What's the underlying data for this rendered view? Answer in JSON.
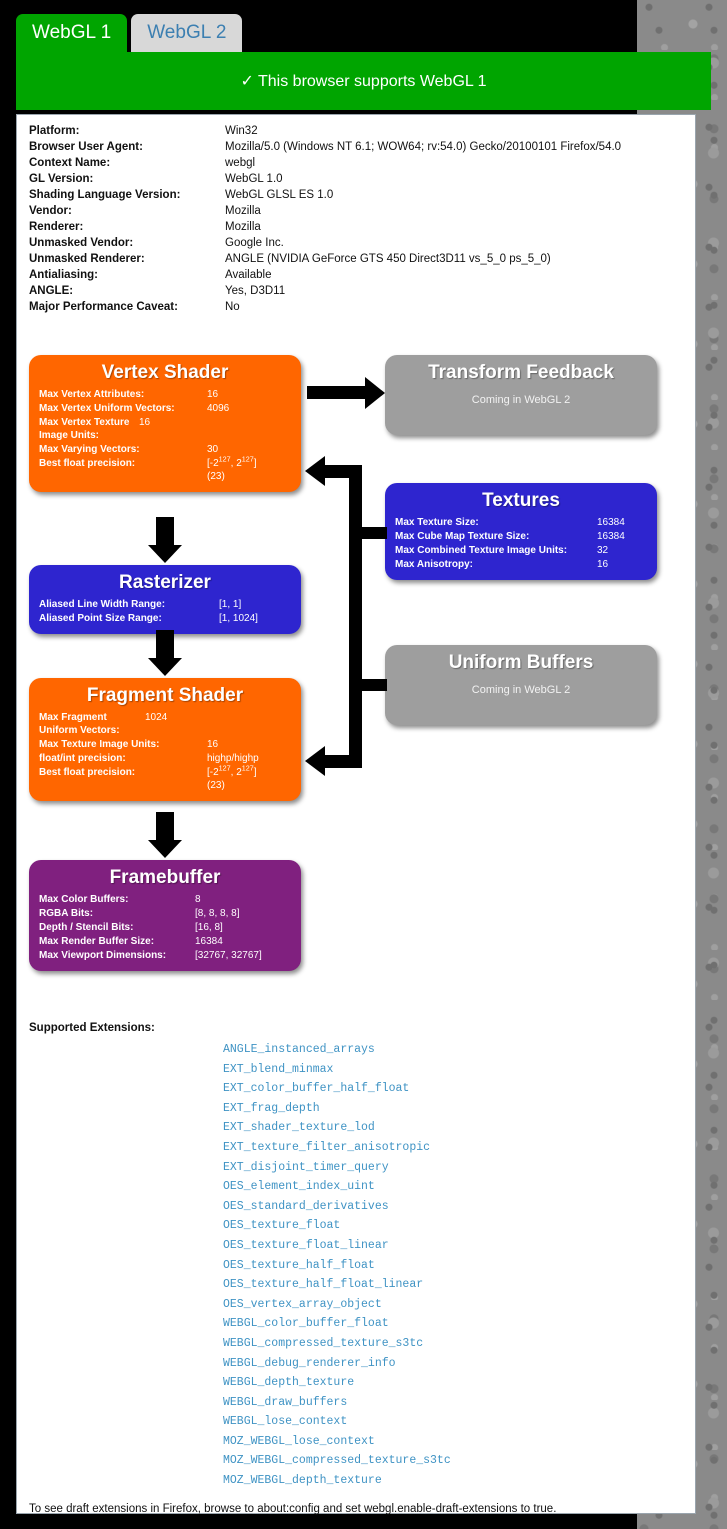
{
  "tabs": [
    {
      "label": "WebGL 1",
      "active": true
    },
    {
      "label": "WebGL 2",
      "active": false
    }
  ],
  "banner": {
    "text": "✓ This browser supports WebGL 1",
    "color": "#00A500"
  },
  "info": [
    {
      "key": "Platform:",
      "value": "Win32"
    },
    {
      "key": "Browser User Agent:",
      "value": "Mozilla/5.0 (Windows NT 6.1; WOW64; rv:54.0) Gecko/20100101 Firefox/54.0"
    },
    {
      "key": "Context Name:",
      "value": "webgl"
    },
    {
      "key": "GL Version:",
      "value": "WebGL 1.0"
    },
    {
      "key": "Shading Language Version:",
      "value": "WebGL GLSL ES 1.0"
    },
    {
      "key": "Vendor:",
      "value": "Mozilla"
    },
    {
      "key": "Renderer:",
      "value": "Mozilla"
    },
    {
      "key": "Unmasked Vendor:",
      "value": "Google Inc."
    },
    {
      "key": "Unmasked Renderer:",
      "value": "ANGLE (NVIDIA GeForce GTS 450 Direct3D11 vs_5_0 ps_5_0)"
    },
    {
      "key": "Antialiasing:",
      "value": "Available"
    },
    {
      "key": "ANGLE:",
      "value": "Yes, D3D11"
    },
    {
      "key": "Major Performance Caveat:",
      "value": "No"
    }
  ],
  "diagram": {
    "vertex_shader": {
      "title": "Vertex Shader",
      "color": "#FF6600",
      "rows": [
        {
          "label": "Max Vertex Attributes:",
          "value": "16"
        },
        {
          "label": "Max Vertex Uniform Vectors:",
          "value": "4096"
        },
        {
          "label": "Max Vertex Texture Image Units:",
          "value": "16"
        },
        {
          "label": "Max Varying Vectors:",
          "value": "30"
        },
        {
          "label": "Best float precision:",
          "value": "[-2127, 2127] (23)"
        }
      ]
    },
    "transform_feedback": {
      "title": "Transform Feedback",
      "color": "#9e9e9e",
      "status": "Coming in WebGL 2"
    },
    "textures": {
      "title": "Textures",
      "color": "#2E25CF",
      "rows": [
        {
          "label": "Max Texture Size:",
          "value": "16384"
        },
        {
          "label": "Max Cube Map Texture Size:",
          "value": "16384"
        },
        {
          "label": "Max Combined Texture Image Units:",
          "value": "32"
        },
        {
          "label": "Max Anisotropy:",
          "value": "16"
        }
      ]
    },
    "rasterizer": {
      "title": "Rasterizer",
      "color": "#2E25CF",
      "rows": [
        {
          "label": "Aliased Line Width Range:",
          "value": "[1, 1]"
        },
        {
          "label": "Aliased Point Size Range:",
          "value": "[1, 1024]"
        }
      ]
    },
    "uniform_buffers": {
      "title": "Uniform Buffers",
      "color": "#9e9e9e",
      "status": "Coming in WebGL 2"
    },
    "fragment_shader": {
      "title": "Fragment Shader",
      "color": "#FF6600",
      "rows": [
        {
          "label": "Max Fragment Uniform Vectors:",
          "value": "1024"
        },
        {
          "label": "Max Texture Image Units:",
          "value": "16"
        },
        {
          "label": "float/int precision:",
          "value": "highp/highp"
        },
        {
          "label": "Best float precision:",
          "value": "[-2127, 2127] (23)"
        }
      ]
    },
    "framebuffer": {
      "title": "Framebuffer",
      "color": "#80207F",
      "rows": [
        {
          "label": "Max Color Buffers:",
          "value": "8"
        },
        {
          "label": "RGBA Bits:",
          "value": "[8, 8, 8, 8]"
        },
        {
          "label": "Depth / Stencil Bits:",
          "value": "[16, 8]"
        },
        {
          "label": "Max Render Buffer Size:",
          "value": "16384"
        },
        {
          "label": "Max Viewport Dimensions:",
          "value": "[32767, 32767]"
        }
      ]
    }
  },
  "extensions": {
    "label": "Supported Extensions:",
    "items": [
      "ANGLE_instanced_arrays",
      "EXT_blend_minmax",
      "EXT_color_buffer_half_float",
      "EXT_frag_depth",
      "EXT_shader_texture_lod",
      "EXT_texture_filter_anisotropic",
      "EXT_disjoint_timer_query",
      "OES_element_index_uint",
      "OES_standard_derivatives",
      "OES_texture_float",
      "OES_texture_float_linear",
      "OES_texture_half_float",
      "OES_texture_half_float_linear",
      "OES_vertex_array_object",
      "WEBGL_color_buffer_float",
      "WEBGL_compressed_texture_s3tc",
      "WEBGL_debug_renderer_info",
      "WEBGL_depth_texture",
      "WEBGL_draw_buffers",
      "WEBGL_lose_context",
      "MOZ_WEBGL_lose_context",
      "MOZ_WEBGL_compressed_texture_s3tc",
      "MOZ_WEBGL_depth_texture"
    ]
  },
  "footnote": "To see draft extensions in Firefox, browse to about:config and set webgl.enable-draft-extensions to true."
}
